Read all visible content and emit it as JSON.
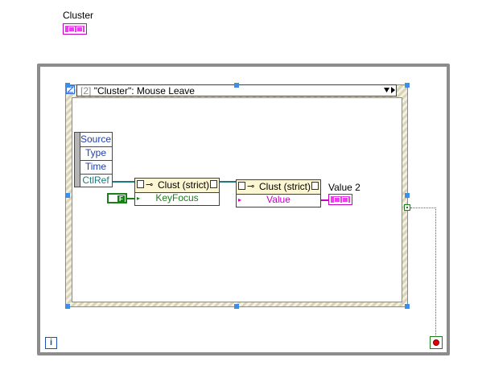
{
  "cluster_control": {
    "label": "Cluster",
    "color": "#f03cf0"
  },
  "event_structure": {
    "case_index": "[2]",
    "case_title": "\"Cluster\": Mouse Leave",
    "data_node": {
      "rows": [
        "Source",
        "Type",
        "Time",
        "CtlRef"
      ]
    }
  },
  "property_node_1": {
    "class": "Clust (strict)",
    "property": "KeyFocus"
  },
  "property_node_2": {
    "class": "Clust (strict)",
    "property": "Value"
  },
  "boolean_constant": {
    "value": "F"
  },
  "value_indicator": {
    "label": "Value 2"
  },
  "iteration_terminal": {
    "symbol": "i"
  },
  "colors": {
    "wire_reference": "#1e7a7a",
    "wire_boolean": "#1b7d1b",
    "wire_cluster": "#c800c8",
    "loop_border": "#8c8c8c",
    "selection_handle": "#3e8ee6"
  }
}
